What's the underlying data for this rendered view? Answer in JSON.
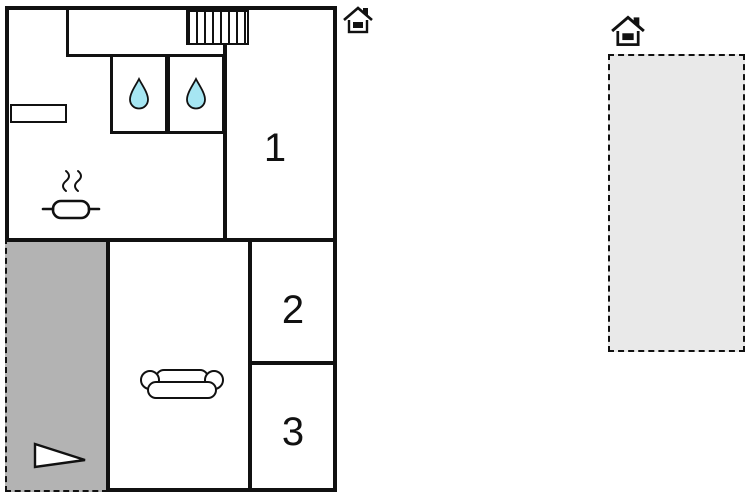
{
  "floor_plan": {
    "rooms": [
      {
        "id": "room-1",
        "label": "1"
      },
      {
        "id": "room-2",
        "label": "2"
      },
      {
        "id": "room-3",
        "label": "3"
      }
    ],
    "fixtures": [
      "staircase-icon",
      "radiator-icon",
      "water-drop-icon",
      "water-drop-icon",
      "stove-steam-icon",
      "sofa-icon",
      "terrace-arrow-icon"
    ],
    "icons": {
      "main_plan_marker": "house-icon",
      "outdoor_terrace_marker": "house-icon"
    }
  },
  "colors": {
    "wall": "#111111",
    "line": "#111111",
    "terrace_fill": "#b3b3b3",
    "outdoor_terrace_fill": "#e9e9e9",
    "water_drop_fill": "#a6e6f2",
    "background": "#ffffff"
  }
}
